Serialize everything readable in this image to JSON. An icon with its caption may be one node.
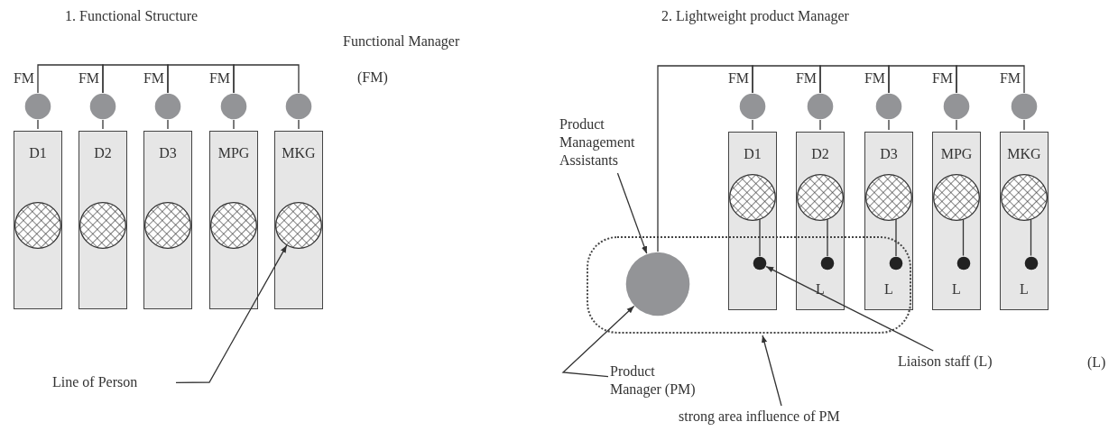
{
  "diagram": {
    "nodes": [
      {
        "text": [],
        "shape": "circle",
        "beside": [
          "FM"
        ]
      },
      {
        "text": [],
        "shape": "circle",
        "beside": [
          "FM"
        ]
      },
      {
        "text": [],
        "shape": "circle",
        "beside": [
          "FM"
        ]
      },
      {
        "text": [],
        "shape": "circle",
        "beside": [
          "FM"
        ]
      },
      {
        "text": [],
        "shape": "circle"
      },
      {
        "text": [
          "D1"
        ]
      },
      {
        "text": [
          "D2"
        ]
      },
      {
        "text": [
          "D3"
        ]
      },
      {
        "text": [
          "MPG"
        ]
      },
      {
        "text": [
          "MKG"
        ]
      },
      {
        "text": [],
        "shape": "circle",
        "in": 5
      },
      {
        "text": [],
        "shape": "circle",
        "in": 6
      },
      {
        "text": [],
        "shape": "circle",
        "in": 7
      },
      {
        "text": [],
        "shape": "circle",
        "in": 8
      },
      {
        "text": [],
        "shape": "circle",
        "in": 9
      },
      {
        "text": [
          "Line of Person"
        ]
      },
      {
        "text": [
          "Product Management Assistants"
        ]
      },
      {
        "text": [],
        "shape": "box"
      },
      {
        "text": [],
        "shape": "circle",
        "in": 17
      },
      {
        "text": [],
        "shape": "circle",
        "beside": [
          "FM"
        ]
      },
      {
        "text": [],
        "shape": "circle",
        "beside": [
          "FM"
        ]
      },
      {
        "text": [],
        "shape": "circle",
        "beside": [
          "FM"
        ]
      },
      {
        "text": [],
        "shape": "circle",
        "beside": [
          "FM"
        ]
      },
      {
        "text": [],
        "shape": "circle",
        "beside": [
          "FM"
        ]
      },
      {
        "text": [
          "D1"
        ]
      },
      {
        "text": [
          "D2",
          "L"
        ]
      },
      {
        "text": [
          "D3",
          "L"
        ]
      },
      {
        "text": [
          "MPG",
          "L"
        ]
      },
      {
        "text": [
          "MKG",
          "L"
        ]
      },
      {
        "text": [],
        "shape": "circle",
        "in": 24
      },
      {
        "text": [],
        "shape": "circle",
        "in": 25
      },
      {
        "text": [],
        "shape": "circle",
        "in": 26
      },
      {
        "text": [],
        "shape": "circle",
        "in": 27
      },
      {
        "text": [],
        "shape": "circle",
        "in": 28
      },
      {
        "text": [],
        "shape": "circle"
      },
      {
        "text": [],
        "shape": "circle"
      },
      {
        "text": [],
        "shape": "circle"
      },
      {
        "text": [],
        "shape": "circle",
        "in": 27
      },
      {
        "text": [],
        "shape": "circle",
        "in": 28
      },
      {
        "text": [
          "Product Manager (PM)"
        ]
      },
      {
        "text": [
          "Liaison staff (L)"
        ]
      },
      {
        "text": [
          "strong area influence of PM"
        ]
      }
    ],
    "edges": [
      {
        "from": 0,
        "to": 1,
        "arrow": "none"
      },
      {
        "from": 1,
        "to": 2,
        "arrow": "none"
      },
      {
        "from": 2,
        "to": 3,
        "arrow": "none"
      },
      {
        "from": 3,
        "to": 4,
        "arrow": "none"
      },
      {
        "from": 0,
        "to": 5,
        "arrow": "none"
      },
      {
        "from": 1,
        "to": 6,
        "arrow": "none"
      },
      {
        "from": 2,
        "to": 7,
        "arrow": "none"
      },
      {
        "from": 3,
        "to": 8,
        "arrow": "none"
      },
      {
        "from": 4,
        "to": 9,
        "arrow": "none"
      },
      {
        "from": 15,
        "to": 14,
        "arrow": "to"
      },
      {
        "from": 18,
        "to": 19,
        "arrow": "none"
      },
      {
        "from": 19,
        "to": 20,
        "arrow": "none"
      },
      {
        "from": 20,
        "to": 21,
        "arrow": "none"
      },
      {
        "from": 21,
        "to": 22,
        "arrow": "none"
      },
      {
        "from": 22,
        "to": 23,
        "arrow": "none"
      },
      {
        "from": 19,
        "to": 24,
        "arrow": "none"
      },
      {
        "from": 20,
        "to": 25,
        "arrow": "none"
      },
      {
        "from": 21,
        "to": 26,
        "arrow": "none"
      },
      {
        "from": 22,
        "to": 27,
        "arrow": "none"
      },
      {
        "from": 23,
        "to": 28,
        "arrow": "none"
      },
      {
        "from": 29,
        "to": 34,
        "arrow": "none"
      },
      {
        "from": 30,
        "to": 35,
        "arrow": "none"
      },
      {
        "from": 31,
        "to": 36,
        "arrow": "none"
      },
      {
        "from": 32,
        "to": 37,
        "arrow": "none"
      },
      {
        "from": 33,
        "to": 38,
        "arrow": "none"
      },
      {
        "from": 16,
        "to": 18,
        "arrow": "to"
      },
      {
        "from": 39,
        "to": 18,
        "arrow": "to"
      },
      {
        "from": 40,
        "to": 34,
        "arrow": "to"
      },
      {
        "from": 41,
        "to": 17,
        "arrow": "to"
      }
    ],
    "labels": [
      "1. Functional Structure",
      "Functional Manager",
      "(FM)",
      "2. Lightweight product Manager",
      "(L)"
    ]
  }
}
